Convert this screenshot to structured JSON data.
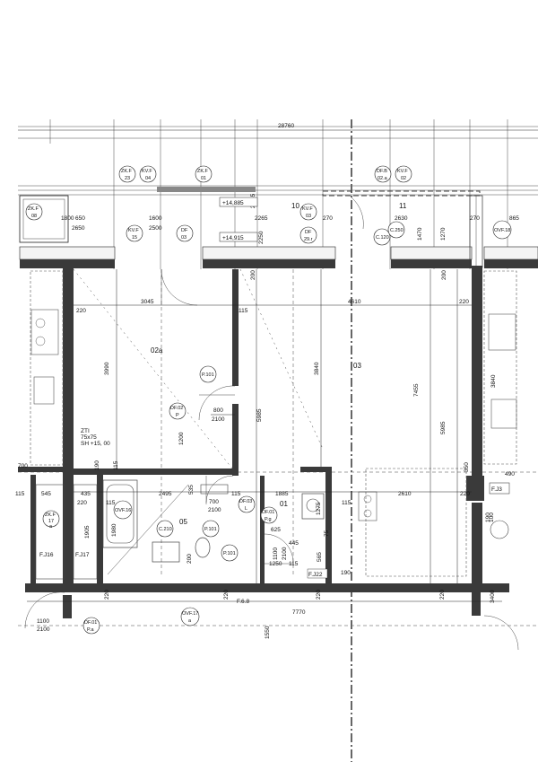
{
  "dims": {
    "total": "28760",
    "d1800": "1800",
    "d650": "650",
    "d2650": "2650",
    "d1600": "1600",
    "d2500": "2500",
    "d2265": "2265",
    "d270a": "270",
    "d2630": "2630",
    "d270b": "270",
    "d865": "865",
    "d1470": "1470",
    "d1270": "1270",
    "d2250": "2250",
    "d2265v": "2,265",
    "d200a": "200",
    "d200b": "200",
    "d3045": "3045",
    "d4610": "4610",
    "d220a": "220",
    "d220b": "220",
    "d115a": "115",
    "d3990": "3990",
    "d3840a": "3840",
    "d3840b": "3840",
    "d7455": "7455",
    "d5985a": "5985",
    "d5985b": "5985",
    "d800": "800",
    "d2100a": "2100",
    "d1200": "1200",
    "d700a": "700",
    "d1190": "190",
    "d115b": "115",
    "d545": "545",
    "d220c": "220",
    "d435": "435",
    "d115c": "115",
    "d2495": "2495",
    "d535": "535",
    "d115d": "115",
    "d1885": "1885",
    "d2610": "2610",
    "d220d": "220",
    "d350": "350",
    "d490": "490",
    "d700b": "700",
    "d2100b": "2100",
    "d1275": "1275",
    "d1905": "1905",
    "d1980": "1980",
    "d625": "625",
    "d445": "445",
    "d75": "75",
    "d1100a": "1100",
    "d2100c": "2100",
    "d1250": "1250",
    "d115e": "115",
    "d565": "565",
    "d190a": "190",
    "d190b": "190",
    "d100": "100",
    "d200c": "200",
    "d220e": "220",
    "d220f": "220",
    "d220g": "220",
    "d220h": "220",
    "d3400": "3400",
    "d7770": "7770",
    "d1550": "1550",
    "d1100b": "1100",
    "d2100d": "2100",
    "d115f": "115",
    "d270c": "270"
  },
  "levels": {
    "l14885": "+14,885",
    "l14915": "+14,915",
    "zti_line1": "ZTI",
    "zti_line2": "75x75",
    "zti_line3": "SH +15, 00"
  },
  "rooms": {
    "r02a": "02a",
    "r03": "03",
    "r05": "05",
    "r01": "01",
    "r10": "10",
    "r11": "11"
  },
  "tags": {
    "zkf23": [
      "ZK.F",
      "23"
    ],
    "kvf04": [
      "KV.F",
      "04"
    ],
    "zkf01": [
      "ZK.F",
      "01"
    ],
    "dfb02a": [
      "DF.B",
      "02.a"
    ],
    "kvf02": [
      "KV.F",
      "02"
    ],
    "zkf08": [
      "ZK.F",
      "08"
    ],
    "kvf15": [
      "KV.F",
      "15"
    ],
    "df03": [
      "DF",
      "03"
    ],
    "kvf03": [
      "KV.F",
      "03"
    ],
    "df29": [
      "DF",
      "29.r"
    ],
    "c120": "C.120",
    "c250": "C.250",
    "ovf18": "OVF.18",
    "p101a": "P.101",
    "df02p": [
      "DF.02",
      "P"
    ],
    "ovf16": "OVF.16",
    "c210": "C.210",
    "p101b": "P.101",
    "p101c": "P.101",
    "df03b": [
      "DF.03",
      "L"
    ],
    "df01a": [
      "DF.01",
      "P.g"
    ],
    "zkf17": [
      "ZK.F",
      "17",
      "a"
    ],
    "ovf17": [
      "OVF.17",
      "a"
    ],
    "df01b": [
      "DF.01",
      "P.a"
    ]
  },
  "fire": {
    "fj16": "F.J16",
    "fj17": "F.J17",
    "fj22": "F.J22",
    "fj3": "F.J3",
    "f68": "F.6.8"
  }
}
